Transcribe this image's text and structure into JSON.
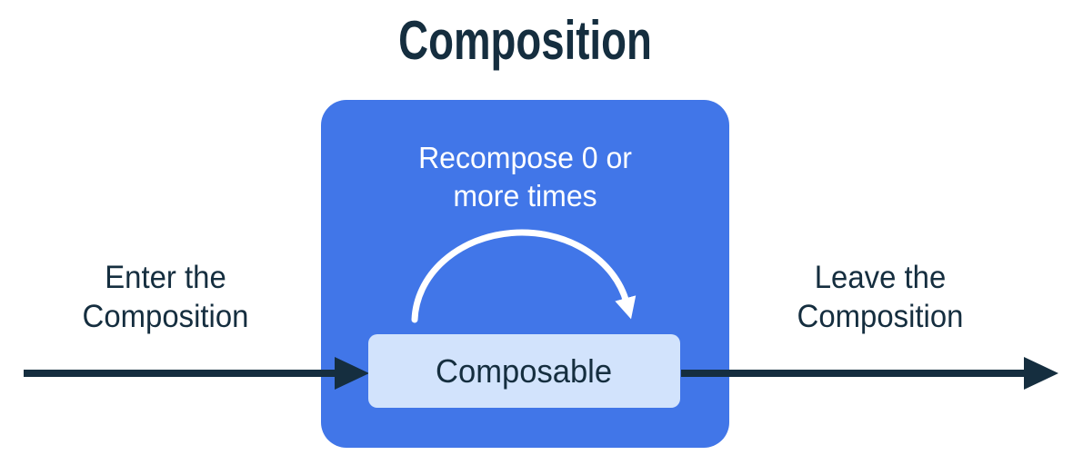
{
  "diagram": {
    "title": "Composition",
    "composition_box": {
      "recompose_line1": "Recompose 0 or",
      "recompose_line2": "more times"
    },
    "composable_label": "Composable",
    "enter_label": {
      "line1": "Enter the",
      "line2": "Composition"
    },
    "leave_label": {
      "line1": "Leave the",
      "line2": "Composition"
    }
  },
  "icons": {
    "enter_arrow": "right-arrow",
    "leave_arrow": "right-arrow",
    "recompose_arrow": "clockwise-arc-arrow"
  },
  "colors": {
    "blue": "#4176E8",
    "light_blue": "#D2E3FC",
    "ink": "#152E3F",
    "white": "#FFFFFF",
    "background": "#FFFFFF"
  }
}
